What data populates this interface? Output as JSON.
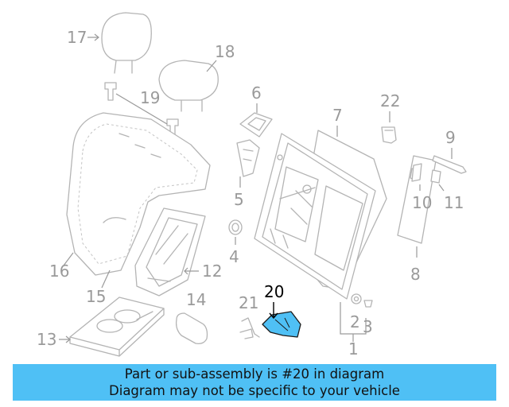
{
  "callouts": {
    "p1": "1",
    "p2": "2",
    "p3": "3",
    "p4": "4",
    "p5": "5",
    "p6": "6",
    "p7": "7",
    "p8": "8",
    "p9": "9",
    "p10": "10",
    "p11": "11",
    "p12": "12",
    "p13": "13",
    "p14": "14",
    "p15": "15",
    "p16": "16",
    "p17": "17",
    "p18": "18",
    "p19": "19",
    "p20": "20",
    "p21": "21",
    "p22": "22"
  },
  "highlighted_part": "20",
  "banner": {
    "line1": "Part or sub-assembly is #20 in diagram",
    "line2": "Diagram may not be specific to your vehicle"
  },
  "colors": {
    "highlight": "#4fc0f5",
    "line_art": "#b4b4b4",
    "callout_text": "#9a9a9a"
  }
}
